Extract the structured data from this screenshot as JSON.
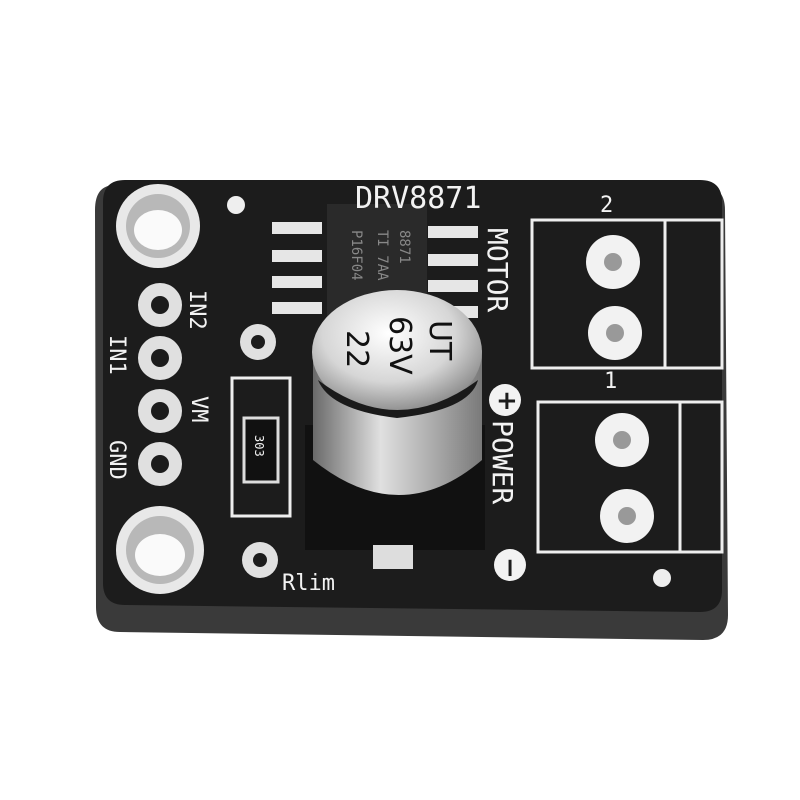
{
  "board": {
    "title": "DRV8871",
    "motor_label": "MOTOR",
    "motor_pin_2": "2",
    "motor_pin_1": "1",
    "power_label": "POWER",
    "plus_symbol": "+",
    "minus_symbol": "−",
    "pins": [
      "IN2",
      "IN1",
      "VM",
      "GND"
    ],
    "rlim_label": "Rlim"
  },
  "chip": {
    "lines": [
      "8871",
      "TI 7AA",
      "P16F04"
    ]
  },
  "capacitor": {
    "lines": [
      "22",
      "63V",
      "UT"
    ]
  },
  "resistor": {
    "code": "303"
  },
  "colors": {
    "board": "#1c1c1c",
    "board_edge": "#3a3a3a",
    "silkscreen": "#f2f2f2",
    "pad": "#d8d8d8"
  }
}
